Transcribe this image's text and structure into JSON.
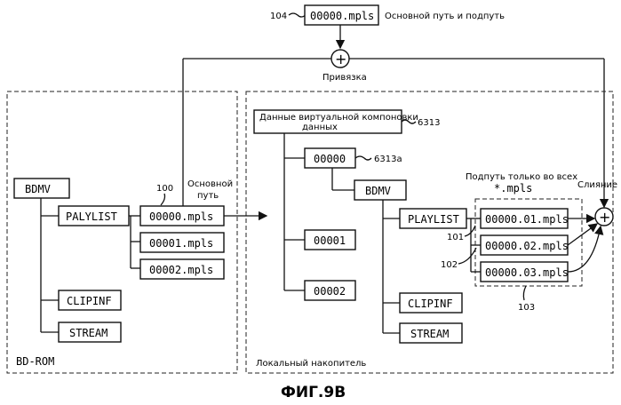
{
  "figure_label": "ФИГ.9В",
  "top": {
    "ref": "104",
    "file": "00000.mpls",
    "caption": "Основной путь и подпуть"
  },
  "binding_label": "Привязка",
  "merge_label": "Слияние",
  "bdrom": {
    "label": "BD-ROM",
    "root": "BDMV",
    "playlist": "PALYLIST",
    "clipinf": "CLIPINF",
    "stream": "STREAM",
    "files": [
      "00000.mpls",
      "00001.mpls",
      "00002.mpls"
    ],
    "ref": "100",
    "main_path_label": [
      "Основной",
      "путь"
    ]
  },
  "local": {
    "label": "Локальный накопитель",
    "header_lines": [
      "Данные виртуальной компоновки",
      "данных"
    ],
    "header_ref": "6313",
    "folder": "00000",
    "folder_ref": "6313a",
    "root": "BDMV",
    "playlist": "PLAYLIST",
    "clipinf": "CLIPINF",
    "stream": "STREAM",
    "folder2": "00001",
    "folder3": "00002",
    "files": [
      "00000.01.mpls",
      "00000.02.mpls",
      "00000.03.mpls"
    ],
    "subpath_label": [
      "Подпуть только во всех",
      "*.mpls"
    ],
    "refs": {
      "r101": "101",
      "r102": "102",
      "r103": "103"
    }
  }
}
